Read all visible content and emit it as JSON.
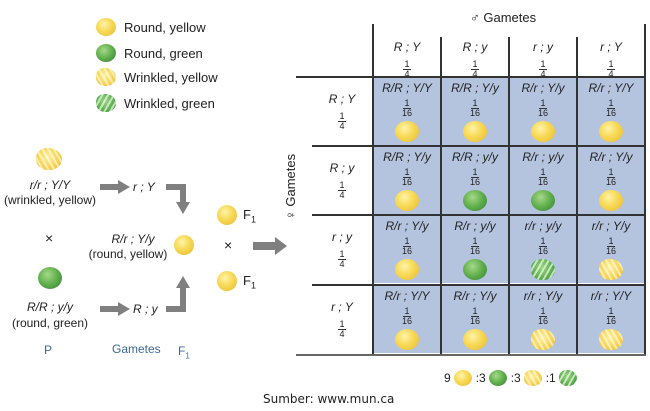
{
  "legend": [
    {
      "phenotype": "round-yellow",
      "label": "Round, yellow"
    },
    {
      "phenotype": "round-green",
      "label": "Round, green"
    },
    {
      "phenotype": "wrinkled-yellow",
      "label": "Wrinkled, yellow"
    },
    {
      "phenotype": "wrinkled-green",
      "label": "Wrinkled, green"
    }
  ],
  "cross": {
    "parent1": {
      "genotype": "r/r ; Y/Y",
      "phenotype": "(wrinkled, yellow)",
      "pea": "wrinkled-yellow"
    },
    "cross_symbol": "×",
    "parent2": {
      "genotype": "R/R ; y/y",
      "phenotype": "(round, green)",
      "pea": "round-green"
    },
    "gamete1": "r ; Y",
    "gamete2": "R ; y",
    "f1": {
      "genotype": "R/r ; Y/y",
      "phenotype": "(round, yellow)",
      "pea": "round-yellow"
    },
    "f1_label": "F1",
    "f1_label_main": "F",
    "f1_label_sub": "1",
    "selfing_symbol": "×",
    "bottom_labels": {
      "p": "P",
      "gametes": "Gametes",
      "f1_main": "F",
      "f1_sub": "1"
    }
  },
  "punnett": {
    "male_header": "♂ Gametes",
    "female_header": "♀ Gametes",
    "columns": [
      {
        "gamete": "R ; Y",
        "freq_num": "1",
        "freq_den": "4"
      },
      {
        "gamete": "R ; y",
        "freq_num": "1",
        "freq_den": "4"
      },
      {
        "gamete": "r ; y",
        "freq_num": "1",
        "freq_den": "4"
      },
      {
        "gamete": "r ; Y",
        "freq_num": "1",
        "freq_den": "4"
      }
    ],
    "rows": [
      {
        "gamete": "R ; Y",
        "freq_num": "1",
        "freq_den": "4",
        "cells": [
          {
            "genotype": "R/R ; Y/Y",
            "freq_num": "1",
            "freq_den": "16",
            "pea": "round-yellow"
          },
          {
            "genotype": "R/R ; Y/y",
            "freq_num": "1",
            "freq_den": "16",
            "pea": "round-yellow"
          },
          {
            "genotype": "R/r ; Y/y",
            "freq_num": "1",
            "freq_den": "16",
            "pea": "round-yellow"
          },
          {
            "genotype": "R/r ; Y/Y",
            "freq_num": "1",
            "freq_den": "16",
            "pea": "round-yellow"
          }
        ]
      },
      {
        "gamete": "R ; y",
        "freq_num": "1",
        "freq_den": "4",
        "cells": [
          {
            "genotype": "R/R ; Y/y",
            "freq_num": "1",
            "freq_den": "16",
            "pea": "round-yellow"
          },
          {
            "genotype": "R/R ; y/y",
            "freq_num": "1",
            "freq_den": "16",
            "pea": "round-green"
          },
          {
            "genotype": "R/r ; y/y",
            "freq_num": "1",
            "freq_den": "16",
            "pea": "round-green"
          },
          {
            "genotype": "R/r ; Y/y",
            "freq_num": "1",
            "freq_den": "16",
            "pea": "round-yellow"
          }
        ]
      },
      {
        "gamete": "r ; y",
        "freq_num": "1",
        "freq_den": "4",
        "cells": [
          {
            "genotype": "R/r ; Y/y",
            "freq_num": "1",
            "freq_den": "16",
            "pea": "round-yellow"
          },
          {
            "genotype": "R/r ; y/y",
            "freq_num": "1",
            "freq_den": "16",
            "pea": "round-green"
          },
          {
            "genotype": "r/r ; y/y",
            "freq_num": "1",
            "freq_den": "16",
            "pea": "wrinkled-green"
          },
          {
            "genotype": "r/r ; Y/y",
            "freq_num": "1",
            "freq_den": "16",
            "pea": "wrinkled-yellow"
          }
        ]
      },
      {
        "gamete": "r ; Y",
        "freq_num": "1",
        "freq_den": "4",
        "cells": [
          {
            "genotype": "R/r ; Y/Y",
            "freq_num": "1",
            "freq_den": "16",
            "pea": "round-yellow"
          },
          {
            "genotype": "R/r ; Y/y",
            "freq_num": "1",
            "freq_den": "16",
            "pea": "round-yellow"
          },
          {
            "genotype": "r/r ; Y/y",
            "freq_num": "1",
            "freq_den": "16",
            "pea": "wrinkled-yellow"
          },
          {
            "genotype": "r/r ; Y/Y",
            "freq_num": "1",
            "freq_den": "16",
            "pea": "wrinkled-yellow"
          }
        ]
      }
    ]
  },
  "ratio": [
    {
      "count": "9",
      "pea": "round-yellow"
    },
    {
      "count": ":3",
      "pea": "round-green"
    },
    {
      "count": ":3",
      "pea": "wrinkled-yellow"
    },
    {
      "count": ":1",
      "pea": "wrinkled-green"
    }
  ],
  "source": "Sumber: www.mun.ca",
  "colors": {
    "cell_background": "#b4c4de",
    "arrow": "#7f7f7f",
    "label_blue": "#3b6a9a",
    "grid_lines": "#333333"
  }
}
